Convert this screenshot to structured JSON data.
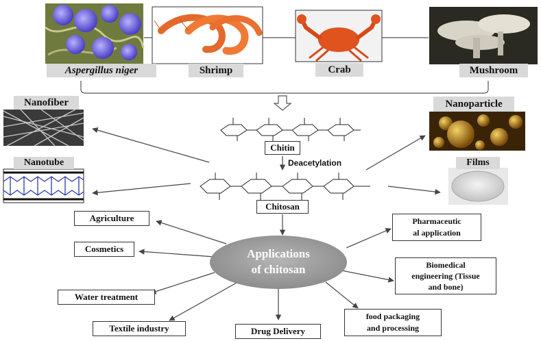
{
  "sources": [
    {
      "key": "aspergillus",
      "label": "Aspergillus niger"
    },
    {
      "key": "shrimp",
      "label": "Shrimp"
    },
    {
      "key": "crab",
      "label": "Crab"
    },
    {
      "key": "mushroom",
      "label": "Mushroom"
    }
  ],
  "center": {
    "chitin_label": "Chitin",
    "process_label": "Deacetylation",
    "chitosan_label": "Chitosan",
    "hub_line1": "Applications",
    "hub_line2": "of chitosan"
  },
  "forms": {
    "nanofiber": "Nanofiber",
    "nanotube": "Nanotube",
    "nanoparticle": "Nanoparticle",
    "films": "Films"
  },
  "applications": {
    "agriculture": "Agriculture",
    "cosmetics": "Cosmetics",
    "water": "Water treatment",
    "textile": "Textile industry",
    "drug": "Drug Delivery",
    "food1": "food packaging",
    "food2": "and processing",
    "pharma1": "Pharmaceutic",
    "pharma2": "al application",
    "biomed1": "Biomedical",
    "biomed2": "engineering (Tissue",
    "biomed3": "and bone)"
  },
  "colors": {
    "hub_fill": "#9a9a9a",
    "label_bg": "#d9d9d9",
    "arrow": "#555555",
    "chitosan_nano_tube": "#2a3ba8"
  }
}
